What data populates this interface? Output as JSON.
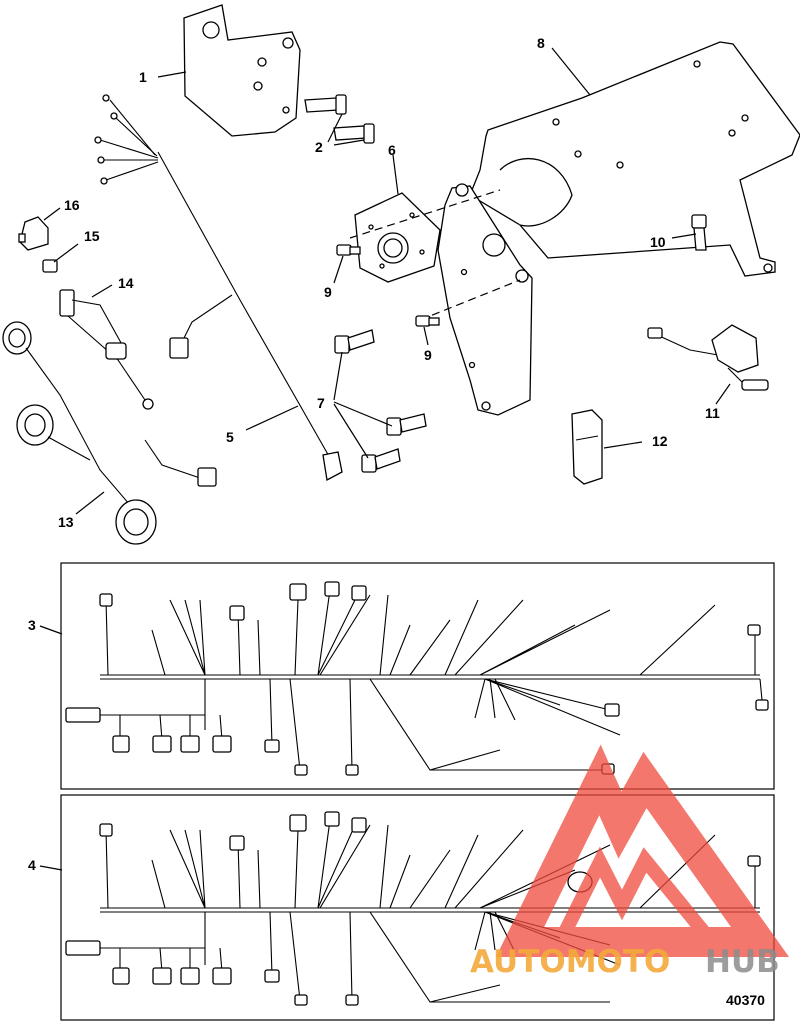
{
  "diagram": {
    "callouts": [
      "1",
      "2",
      "3",
      "4",
      "5",
      "6",
      "7",
      "8",
      "9",
      "9",
      "10",
      "11",
      "12",
      "13",
      "14",
      "15",
      "16"
    ],
    "figure_number": "40370"
  },
  "watermark": {
    "text_orange": "AUTOMOTO",
    "text_gray": "HUB",
    "logo_color": "#ef4a3c",
    "orange_color": "#f3a93b",
    "gray_color": "#8c8c8c"
  }
}
